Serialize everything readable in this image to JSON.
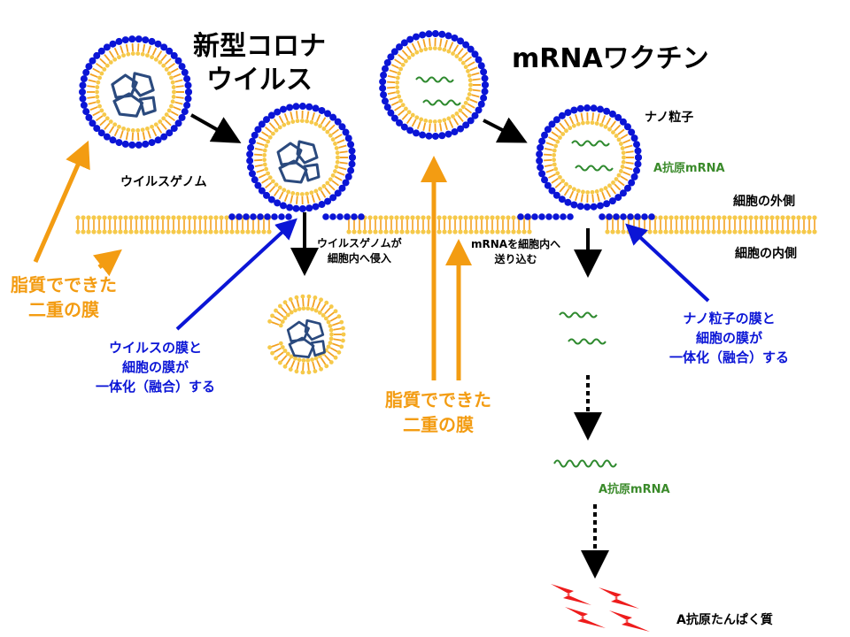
{
  "colors": {
    "head_blue": "#0b15d6",
    "tail_orange": "#f3a021",
    "head_yellow": "#f6c94a",
    "genome_navy": "#2b4a7e",
    "mrna_green": "#2f8a2f",
    "arrow_orange": "#f39c12",
    "arrow_blue": "#0b15d6",
    "protein_red": "#ee1c1c"
  },
  "labels": {
    "virus_title": [
      "新型コロナ",
      "ウイルス"
    ],
    "vaccine_title": "mRNAワクチン",
    "nanoparticle": "ナノ粒子",
    "antigen_mrna_top": "A抗原mRNA",
    "virus_genome": "ウイルスゲノム",
    "outside_cell": "細胞の外側",
    "inside_cell": "細胞の内側",
    "genome_entry": [
      "ウイルスゲノムが",
      "細胞内へ侵入"
    ],
    "mrna_delivery": [
      "mRNAを細胞内へ",
      "送り込む"
    ],
    "lipid_left": [
      "脂質でできた",
      "二重の膜"
    ],
    "lipid_center": [
      "脂質でできた",
      "二重の膜"
    ],
    "virus_fusion": [
      "ウイルスの膜と",
      "細胞の膜が",
      "一体化（融合）する"
    ],
    "nano_fusion": [
      "ナノ粒子の膜と",
      "細胞の膜が",
      "一体化（融合）する"
    ],
    "antigen_mrna_bottom": "A抗原mRNA",
    "antigen_protein": "A抗原たんぱく質"
  }
}
